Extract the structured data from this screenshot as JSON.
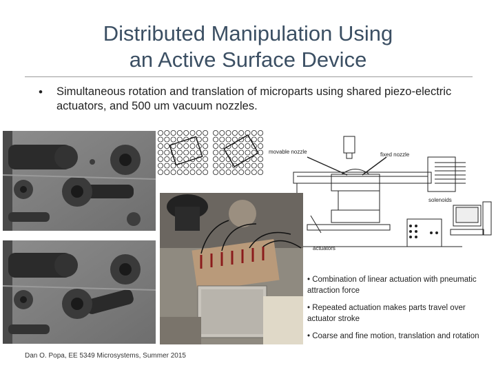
{
  "title": {
    "line1": "Distributed Manipulation Using",
    "line2": "an Active Surface Device"
  },
  "bullet": {
    "symbol": "•",
    "text": "Simultaneous rotation and translation of microparts using shared piezo-electric actuators, and 500 um vacuum nozzles."
  },
  "diagram": {
    "movable_nozzle": "movable nozzle",
    "fixed_nozzle": "fixed nozzle",
    "solenoids": "solenoids",
    "actuators": "actuators"
  },
  "notes": [
    "• Combination of linear actuation with pneumatic attraction force",
    "• Repeated actuation makes parts travel over actuator stroke",
    "• Coarse and fine motion, translation and rotation"
  ],
  "footer": "Dan O. Popa, EE 5349 Microsystems, Summer 2015",
  "colors": {
    "title": "#3b4f63",
    "rule": "#9a9a9a"
  }
}
